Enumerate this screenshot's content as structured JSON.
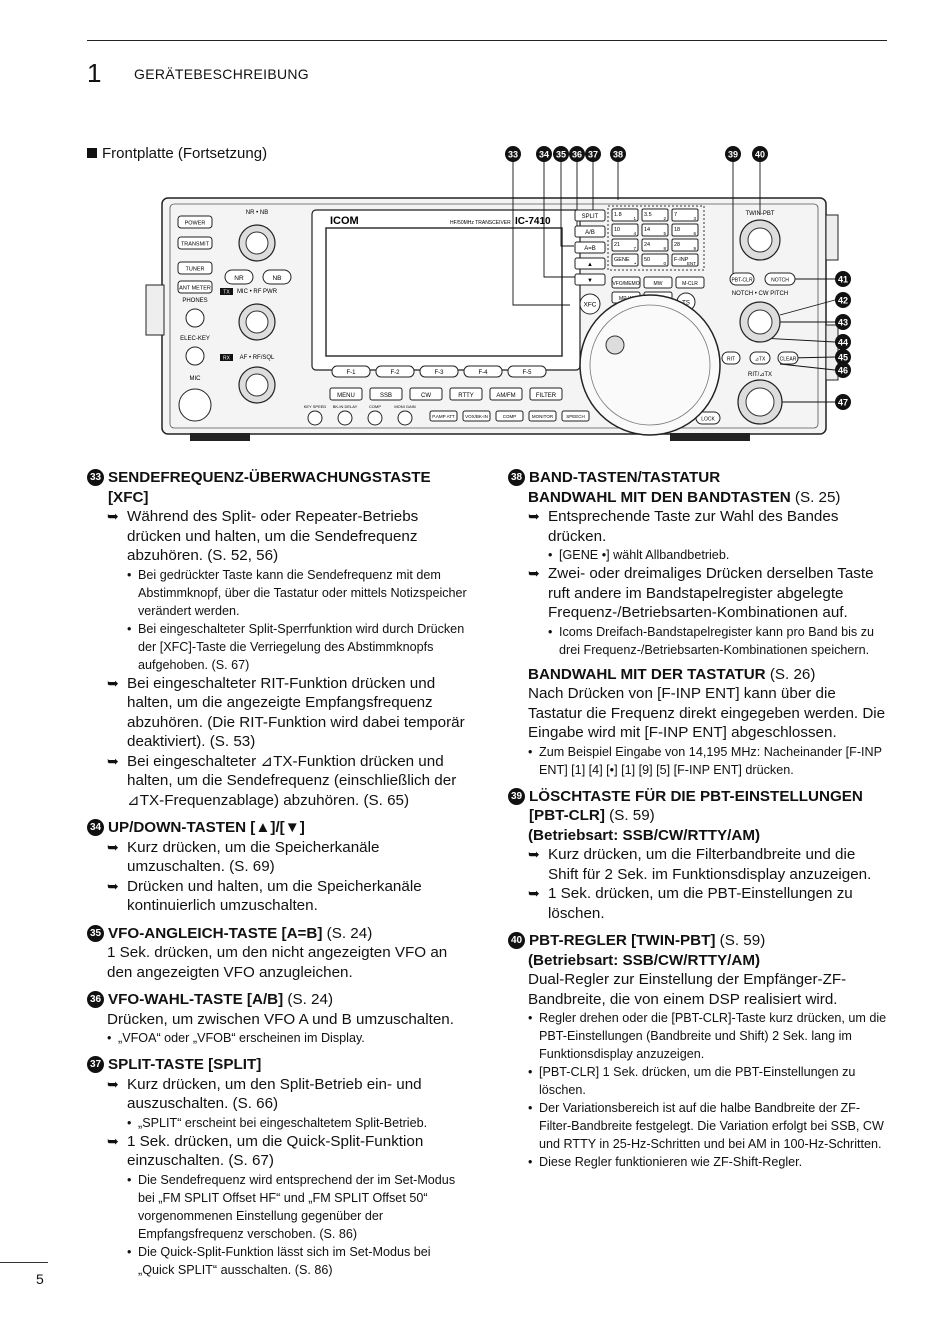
{
  "header": {
    "chapter_number": "1",
    "chapter_title": "GERÄTEBESCHREIBUNG"
  },
  "section_title": "Frontplatte (Fortsetzung)",
  "figure": {
    "callouts_top": [
      "33",
      "34",
      "35",
      "36",
      "37",
      "38",
      "39",
      "40"
    ],
    "callouts_side": [
      "41",
      "42",
      "43",
      "44",
      "45",
      "46",
      "47"
    ],
    "brand": "ICOM",
    "model": "IC-7410",
    "model_sub": "HF/50MHz TRANSCEIVER",
    "left_buttons": [
      "POWER",
      "TRANSMIT",
      "TUNER",
      "ANT METER"
    ],
    "left_labels": [
      "PHONES",
      "ELEC-KEY",
      "MIC"
    ],
    "knob_labels": [
      "NR • NB",
      "MIC • RF PWR",
      "AF • RF/SQL"
    ],
    "nr_nb_buttons": [
      "NR",
      "NB"
    ],
    "tags": [
      "TX",
      "RX"
    ],
    "fkeys": [
      "F-1",
      "F-2",
      "F-3",
      "F-4",
      "F-5"
    ],
    "mode_keys": [
      "MENU",
      "SSB",
      "CW",
      "RTTY",
      "AM/FM",
      "FILTER"
    ],
    "bottom_knobs": [
      "KEY SPEED",
      "BK-IN DELAY",
      "COMP",
      "MONI GAIN"
    ],
    "bottom_keys": [
      "P.AMP ATT",
      "VOX/BK-IN",
      "COMP",
      "MONITOR",
      "SPEECH"
    ],
    "center_keys": [
      "SPLIT",
      "A/B",
      "A=B",
      "▲",
      "▼",
      "XFC"
    ],
    "keypad": [
      [
        "1.8",
        "1"
      ],
      [
        "3.5",
        "2"
      ],
      [
        "7",
        "3"
      ],
      [
        "10",
        "4"
      ],
      [
        "14",
        "5"
      ],
      [
        "18",
        "6"
      ],
      [
        "21",
        "7"
      ],
      [
        "24",
        "8"
      ],
      [
        "28",
        "9"
      ],
      [
        "GENE",
        "•"
      ],
      [
        "50",
        "0"
      ],
      [
        "F-INP",
        "ENT"
      ]
    ],
    "mem_keys": [
      "VFO/MEMO",
      "MW",
      "M-CLR",
      "MP-W",
      "MP-R",
      "TS"
    ],
    "right_labels": [
      "TWIN-PBT",
      "NOTCH • CW PITCH",
      "RIT/⊿TX"
    ],
    "right_keys": [
      "PBT-CLR",
      "NOTCH",
      "RIT",
      "⊿TX",
      "CLEAR",
      "LOCK"
    ]
  },
  "left_column": [
    {
      "num": "33",
      "title": "SENDEFREQUENZ-ÜBERWACHUNGSTASTE [XFC]",
      "ref": "",
      "items": [
        {
          "type": "arrow",
          "text": "Während des Split- oder Repeater-Betriebs drücken und halten, um die Sendefrequenz abzuhören. (S. 52, 56)"
        },
        {
          "type": "bullet",
          "text": "Bei gedrückter Taste kann die Sendefrequenz mit dem Abstimmknopf, über die Tastatur oder mittels Notizspeicher verändert werden."
        },
        {
          "type": "bullet",
          "text": "Bei eingeschalteter Split-Sperrfunktion wird durch Drücken der [XFC]-Taste die Verriegelung des Abstimmknopfs aufgehoben. (S. 67)"
        },
        {
          "type": "arrow",
          "text": "Bei eingeschalteter RIT-Funktion drücken und halten, um die angezeigte Empfangsfrequenz abzuhören. (Die RIT-Funktion wird dabei temporär deaktiviert). (S. 53)"
        },
        {
          "type": "arrow",
          "text": "Bei eingeschalteter ⊿TX-Funktion drücken und halten, um die Sendefrequenz (einschließlich der ⊿TX-Frequenzablage) abzuhören. (S. 65)"
        }
      ]
    },
    {
      "num": "34",
      "title": "UP/DOWN-TASTEN [▲]/[▼]",
      "ref": "",
      "items": [
        {
          "type": "arrow",
          "text": "Kurz drücken, um die Speicherkanäle umzuschalten. (S. 69)"
        },
        {
          "type": "arrow",
          "text": "Drücken und halten, um die Speicherkanäle kontinuierlich umzuschalten."
        }
      ]
    },
    {
      "num": "35",
      "title": "VFO-ANGLEICH-TASTE [A=B]",
      "ref": "(S. 24)",
      "items": [
        {
          "type": "para",
          "text": "1 Sek. drücken, um den nicht angezeigten VFO an den angezeigten VFO anzugleichen."
        }
      ]
    },
    {
      "num": "36",
      "title": "VFO-WAHL-TASTE [A/B]",
      "ref": "(S. 24)",
      "items": [
        {
          "type": "para",
          "text": "Drücken, um zwischen VFO A und B umzuschalten."
        },
        {
          "type": "bullet1",
          "text": "„VFOA“ oder „VFOB“ erscheinen im Display."
        }
      ]
    },
    {
      "num": "37",
      "title": "SPLIT-TASTE [SPLIT]",
      "ref": "",
      "items": [
        {
          "type": "arrow",
          "text": "Kurz drücken, um den Split-Betrieb ein- und auszuschalten. (S. 66)"
        },
        {
          "type": "bullet",
          "text": "„SPLIT“ erscheint bei eingeschaltetem Split-Betrieb."
        },
        {
          "type": "arrow",
          "text": "1 Sek. drücken, um die Quick-Split-Funktion einzuschalten. (S. 67)"
        },
        {
          "type": "bullet",
          "text": "Die Sendefrequenz wird entsprechend der im Set-Modus bei „FM SPLIT Offset HF“ und „FM SPLIT Offset 50“ vorgenommenen Einstellung gegenüber der Empfangsfrequenz verschoben. (S. 86)"
        },
        {
          "type": "bullet",
          "text": "Die Quick-Split-Funktion lässt sich im Set-Modus bei „Quick SPLIT“ ausschalten. (S. 86)"
        }
      ]
    }
  ],
  "right_column": [
    {
      "num": "38",
      "title": "BAND-TASTEN/TASTATUR",
      "ref": "",
      "items": [
        {
          "type": "subhead_inline",
          "text": "BANDWAHL MIT DEN BANDTASTEN",
          "ref": "(S. 25)"
        },
        {
          "type": "arrow",
          "text": "Entsprechende Taste zur Wahl des Bandes drücken."
        },
        {
          "type": "bullet",
          "text": "[GENE •] wählt Allbandbetrieb."
        },
        {
          "type": "arrow",
          "text": "Zwei- oder dreimaliges Drücken derselben Taste ruft andere im Bandstapelregister abgelegte Frequenz-/Betriebsarten-Kombinationen auf."
        },
        {
          "type": "bullet",
          "text": "Icoms Dreifach-Bandstapelregister kann pro Band bis zu drei Frequenz-/Betriebsarten-Kombinationen speichern."
        },
        {
          "type": "subhead",
          "text": "BANDWAHL MIT DER TASTATUR",
          "ref": "(S. 26)"
        },
        {
          "type": "para",
          "text": "Nach Drücken von [F-INP ENT] kann über die Tastatur die Frequenz direkt eingegeben werden. Die Eingabe wird mit [F-INP ENT] abgeschlossen."
        },
        {
          "type": "bullet1",
          "text": "Zum Beispiel Eingabe von 14,195 MHz: Nacheinander [F-INP ENT] [1] [4] [•] [1] [9] [5] [F-INP ENT] drücken."
        }
      ]
    },
    {
      "num": "39",
      "title": "LÖSCHTASTE FÜR DIE PBT-EINSTELLUNGEN [PBT-CLR]",
      "ref": "(S. 59)",
      "items": [
        {
          "type": "boldpara",
          "text": "(Betriebsart: SSB/CW/RTTY/AM)"
        },
        {
          "type": "arrow",
          "text": "Kurz drücken, um die Filterbandbreite und die Shift für 2 Sek. im Funktionsdisplay anzuzeigen."
        },
        {
          "type": "arrow",
          "text": "1 Sek. drücken, um die PBT-Einstellungen zu löschen."
        }
      ]
    },
    {
      "num": "40",
      "title": "PBT-REGLER [TWIN-PBT]",
      "ref": "(S. 59)",
      "items": [
        {
          "type": "boldpara",
          "text": "(Betriebsart: SSB/CW/RTTY/AM)"
        },
        {
          "type": "para",
          "text": "Dual-Regler zur Einstellung der Empfänger-ZF-Bandbreite, die von einem DSP realisiert wird."
        },
        {
          "type": "bullet1",
          "text": "Regler drehen oder die [PBT-CLR]-Taste kurz drücken, um die PBT-Einstellungen (Bandbreite und Shift) 2 Sek. lang im Funktionsdisplay anzuzeigen."
        },
        {
          "type": "bullet1",
          "text": "[PBT-CLR] 1 Sek. drücken, um die PBT-Einstellungen zu löschen."
        },
        {
          "type": "bullet1",
          "text": "Der Variationsbereich ist auf die halbe Bandbreite der ZF-Filter-Bandbreite festgelegt. Die Variation erfolgt bei SSB, CW und RTTY in 25-Hz-Schritten und bei AM in 100-Hz-Schritten."
        },
        {
          "type": "bullet1",
          "text": "Diese Regler funktionieren wie ZF-Shift-Regler."
        }
      ]
    }
  ],
  "page_number": "5"
}
